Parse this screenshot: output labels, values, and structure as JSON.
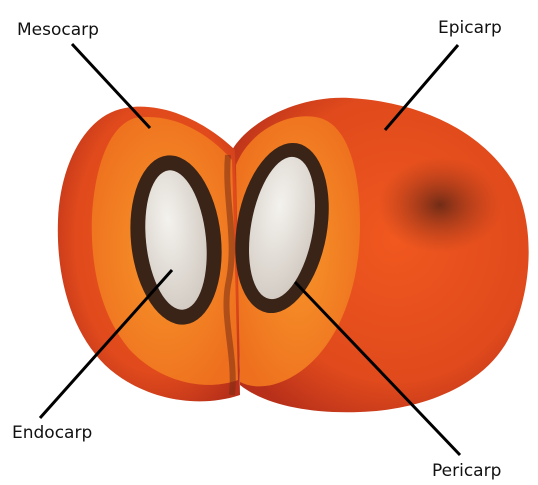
{
  "labels": {
    "mesocarp": "Mesocarp",
    "epicarp": "Epicarp",
    "endocarp": "Endocarp",
    "pericarp": "Pericarp"
  },
  "colors": {
    "skin_dark": "#c8321a",
    "skin_mid": "#e8501e",
    "flesh": "#f27a1e",
    "flesh_light": "#f7982a",
    "shell": "#3a2418",
    "kernel": "#e6e2dc",
    "leader_line": "#000000"
  }
}
